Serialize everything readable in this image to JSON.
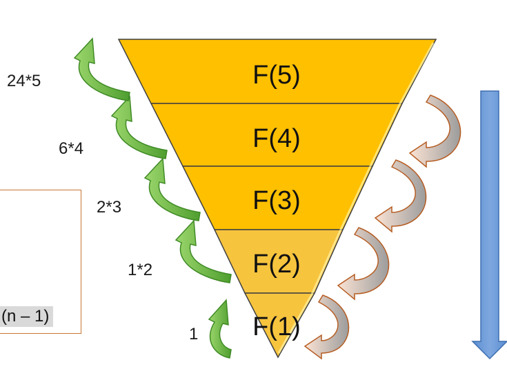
{
  "levels": [
    "F(5)",
    "F(4)",
    "F(3)",
    "F(2)",
    "F(1)"
  ],
  "multipliers": [
    "24*5",
    "6*4",
    "2*3",
    "1*2",
    "1"
  ],
  "side_box": {
    "text": "(n – 1)"
  },
  "colors": {
    "funnel_upper": "#ffc000",
    "funnel_lower": "#f7c43e",
    "funnel_edge": "#404040",
    "green_arrow": "#70b843",
    "green_arrow_edge": "#3f8a25",
    "brown_arrow_inner": "#a6a6a6",
    "brown_arrow_outer": "#fbe3d4",
    "brown_arrow_edge": "#b65c21",
    "down_arrow": "#6f9bd6",
    "down_arrow_edge": "#3d6eb0",
    "box_border": "#c87533"
  },
  "icons": {
    "ascend": "curved-up-arrow-icon",
    "descend": "curved-down-arrow-icon",
    "direction": "down-arrow-icon"
  }
}
